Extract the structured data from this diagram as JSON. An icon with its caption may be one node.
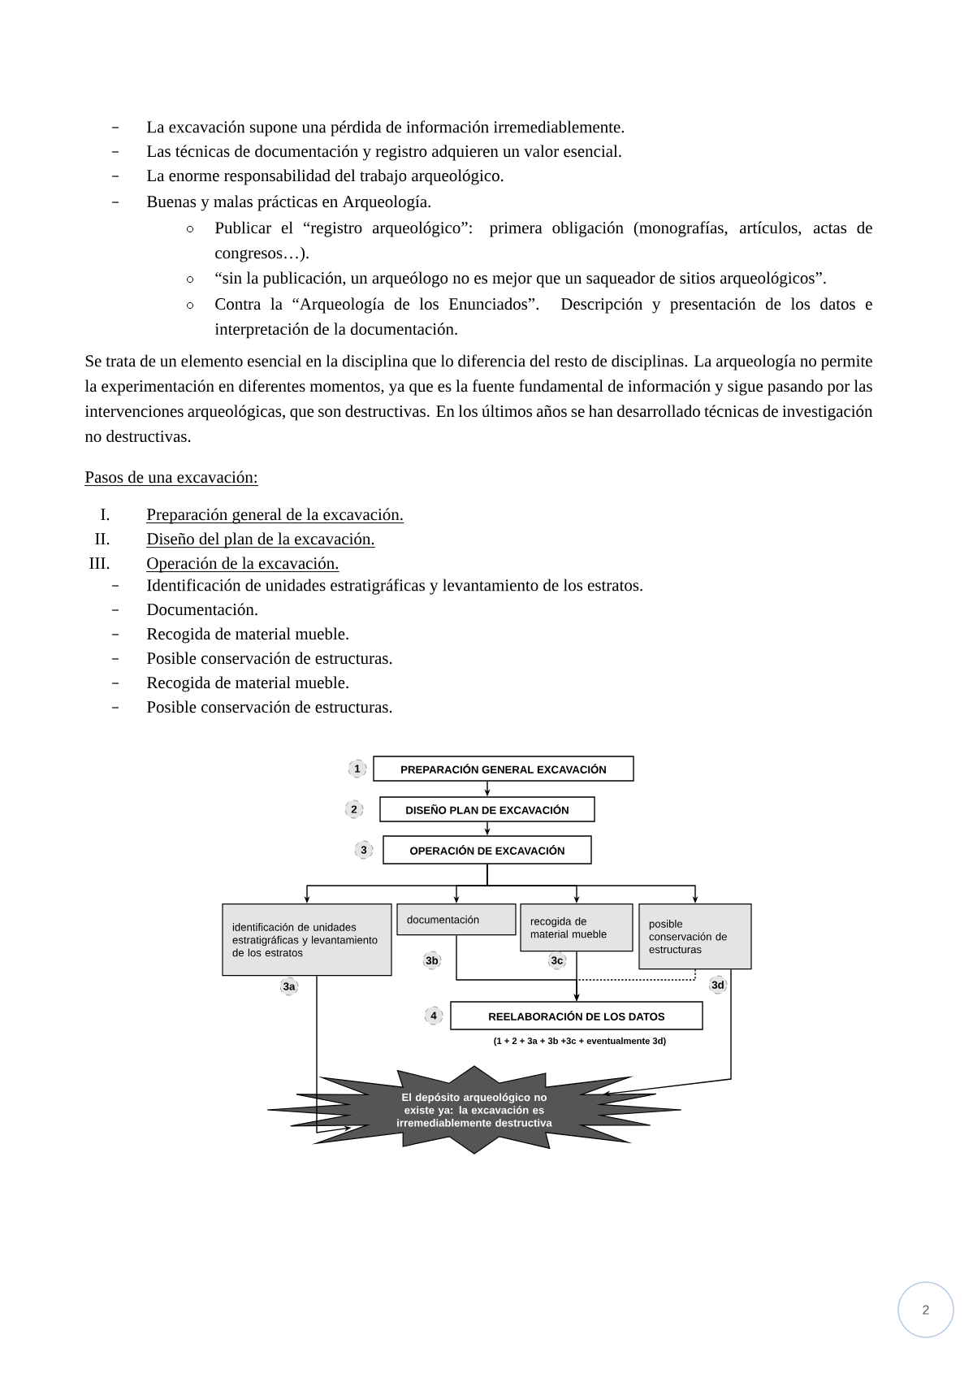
{
  "diagram": {
    "nodes": [
      {
        "text": [
          "PREPARACIÓN GENERAL EXCAVACIÓN"
        ],
        "beside": [
          "1"
        ]
      },
      {
        "text": [
          "DISEÑO PLAN DE EXCAVACIÓN"
        ],
        "beside": [
          "2"
        ]
      },
      {
        "text": [
          "OPERACIÓN DE EXCAVACIÓN"
        ],
        "beside": [
          "3"
        ]
      },
      {
        "text": [
          "identificación de unidades estratigráficas y levantamiento de los estratos"
        ],
        "beside": [
          "3a"
        ]
      },
      {
        "text": [
          "documentación"
        ],
        "beside": [
          "3b"
        ]
      },
      {
        "text": [
          "recogida de material mueble"
        ],
        "beside": [
          "3c"
        ]
      },
      {
        "text": [
          "posible conservación de estructuras"
        ],
        "beside": [
          "3d"
        ]
      },
      {
        "text": [
          "REELABORACIÓN DE LOS DATOS"
        ],
        "beside": [
          "4",
          "(1 + 2 + 3a + 3b +3c + eventualmente 3d)"
        ]
      },
      {
        "text": [
          "El depósito arqueológico no existe ya: la excavación es irremediablemente destructiva"
        ]
      }
    ],
    "edges": [
      {
        "from": 0,
        "to": 1,
        "arrow": "to"
      },
      {
        "from": 1,
        "to": 2,
        "arrow": "to"
      },
      {
        "from": 2,
        "to": 3,
        "arrow": "to"
      },
      {
        "from": 2,
        "to": 4,
        "arrow": "to"
      },
      {
        "from": 2,
        "to": 5,
        "arrow": "to"
      },
      {
        "from": 2,
        "to": 6,
        "arrow": "to"
      },
      {
        "from": 4,
        "to": 7,
        "arrow": "to"
      },
      {
        "from": 5,
        "to": 7,
        "arrow": "to"
      },
      {
        "from": 6,
        "to": 7,
        "arrow": "to",
        "style": "dashed"
      },
      {
        "from": 3,
        "to": 8,
        "arrow": "to"
      },
      {
        "from": 6,
        "to": 8,
        "arrow": "to"
      }
    ],
    "labels": [
      "La excavación supone una pérdida de información irremediablemente.",
      "Las técnicas de documentación y registro adquieren un valor esencial.",
      "La enorme responsabilidad del trabajo arqueológico.",
      "Buenas y malas prácticas en Arqueología.",
      "Publicar el “registro arqueológico”: primera obligación (monografías, artículos, actas de congresos…).",
      "“sin la publicación, un arqueólogo no es mejor que un saqueador de sitios arqueológicos”.",
      "Contra la “Arqueología de los Enunciados”. Descripción y presentación de los datos e interpretación de la documentación.",
      "Se trata de un elemento esencial en la disciplina que lo diferencia del resto de disciplinas. La arqueología no permite la experimentación en diferentes momentos, ya que es la fuente fundamental de información y sigue pasando por las intervenciones arqueológicas, que son destructivas. En los últimos años se han desarrollado técnicas de investigación no destructivas.",
      "Pasos de una excavación:",
      "I.",
      "Preparación general de la excavación.",
      "II.",
      "Diseño del plan de la excavación.",
      "III.",
      "Operación de la excavación.",
      "Identificación de unidades estratigráficas y levantamiento de los estratos.",
      "Documentación.",
      "Recogida de material mueble.",
      "Posible conservación de estructuras.",
      "Recogida de material mueble.",
      "Posible conservación de estructuras.",
      "2"
    ]
  }
}
